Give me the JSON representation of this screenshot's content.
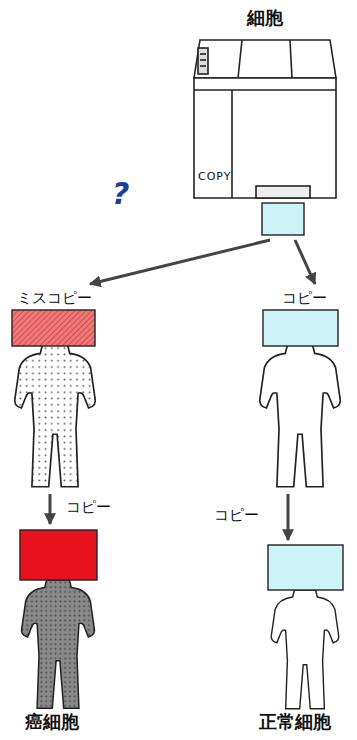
{
  "diagram": {
    "nodes": [
      {
        "text": [
          "細胞",
          "COPY"
        ]
      },
      {
        "text": [
          "ミスコピー"
        ]
      },
      {
        "text": [
          "コピー"
        ]
      },
      {
        "text": [
          "癌細胞"
        ]
      },
      {
        "text": [
          "正常細胞"
        ]
      }
    ],
    "edges": [
      {
        "from": 0,
        "to": 1,
        "arrow": "to"
      },
      {
        "from": 0,
        "to": 2,
        "arrow": "to"
      },
      {
        "from": 1,
        "to": 3,
        "label": "コピー",
        "arrow": "to"
      },
      {
        "from": 2,
        "to": 4,
        "label": "コピー",
        "arrow": "to"
      }
    ],
    "labels": [
      "?"
    ]
  }
}
